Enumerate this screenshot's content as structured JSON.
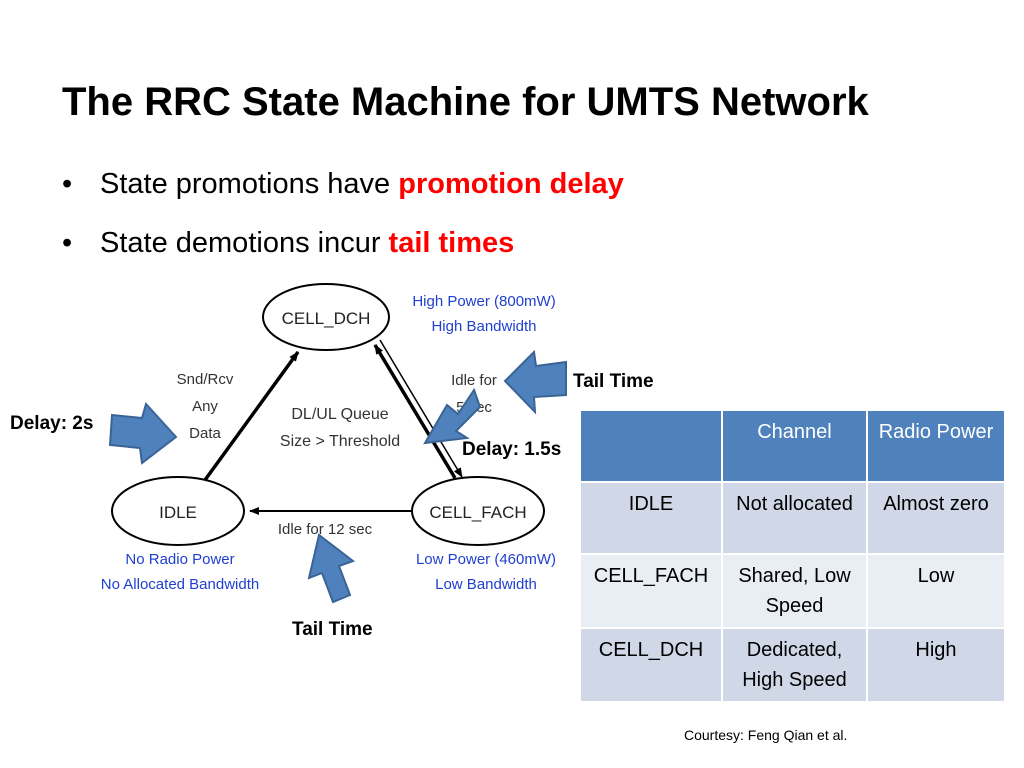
{
  "title": "The RRC State Machine for UMTS Network",
  "bullets": [
    {
      "bullet": "•",
      "text": "State promotions have ",
      "emphasis": "promotion delay"
    },
    {
      "bullet": "•",
      "text": "State demotions incur ",
      "emphasis": "tail times"
    }
  ],
  "diagram": {
    "states": {
      "dch": "CELL_DCH",
      "idle": "IDLE",
      "fach": "CELL_FACH"
    },
    "dch_info": [
      "High Power (800mW)",
      "High Bandwidth"
    ],
    "idle_info": [
      "No Radio Power",
      "No Allocated Bandwidth"
    ],
    "fach_info": [
      "Low Power (460mW)",
      "Low Bandwidth"
    ],
    "idle_to_dch_label": [
      "Snd/Rcv",
      "Any",
      "Data"
    ],
    "fach_to_dch_label": [
      "DL/UL Queue",
      "Size > Threshold"
    ],
    "dch_to_fach_label": [
      "Idle for",
      "5 sec"
    ],
    "fach_to_idle_label": "Idle for 12 sec",
    "callouts": {
      "delay_2s": "Delay: 2s",
      "delay_1_5s": "Delay: 1.5s",
      "tail_time_top": "Tail Time",
      "tail_time_bottom": "Tail Time"
    },
    "colors": {
      "info_text": "#1f3fd1",
      "callout_arrow_fill": "#4f81bd",
      "callout_arrow_stroke": "#3a6495"
    }
  },
  "table": {
    "headers": [
      "",
      "Channel",
      "Radio Power"
    ],
    "rows": [
      [
        "IDLE",
        "Not allocated",
        "Almost zero"
      ],
      [
        "CELL_FACH",
        "Shared, Low Speed",
        "Low"
      ],
      [
        "CELL_DCH",
        "Dedicated, High Speed",
        "High"
      ]
    ],
    "colors": {
      "header": "#4f81bd",
      "row_odd": "#d0d8e8",
      "row_even": "#e9edf4"
    }
  },
  "courtesy": "Courtesy: Feng Qian et al."
}
